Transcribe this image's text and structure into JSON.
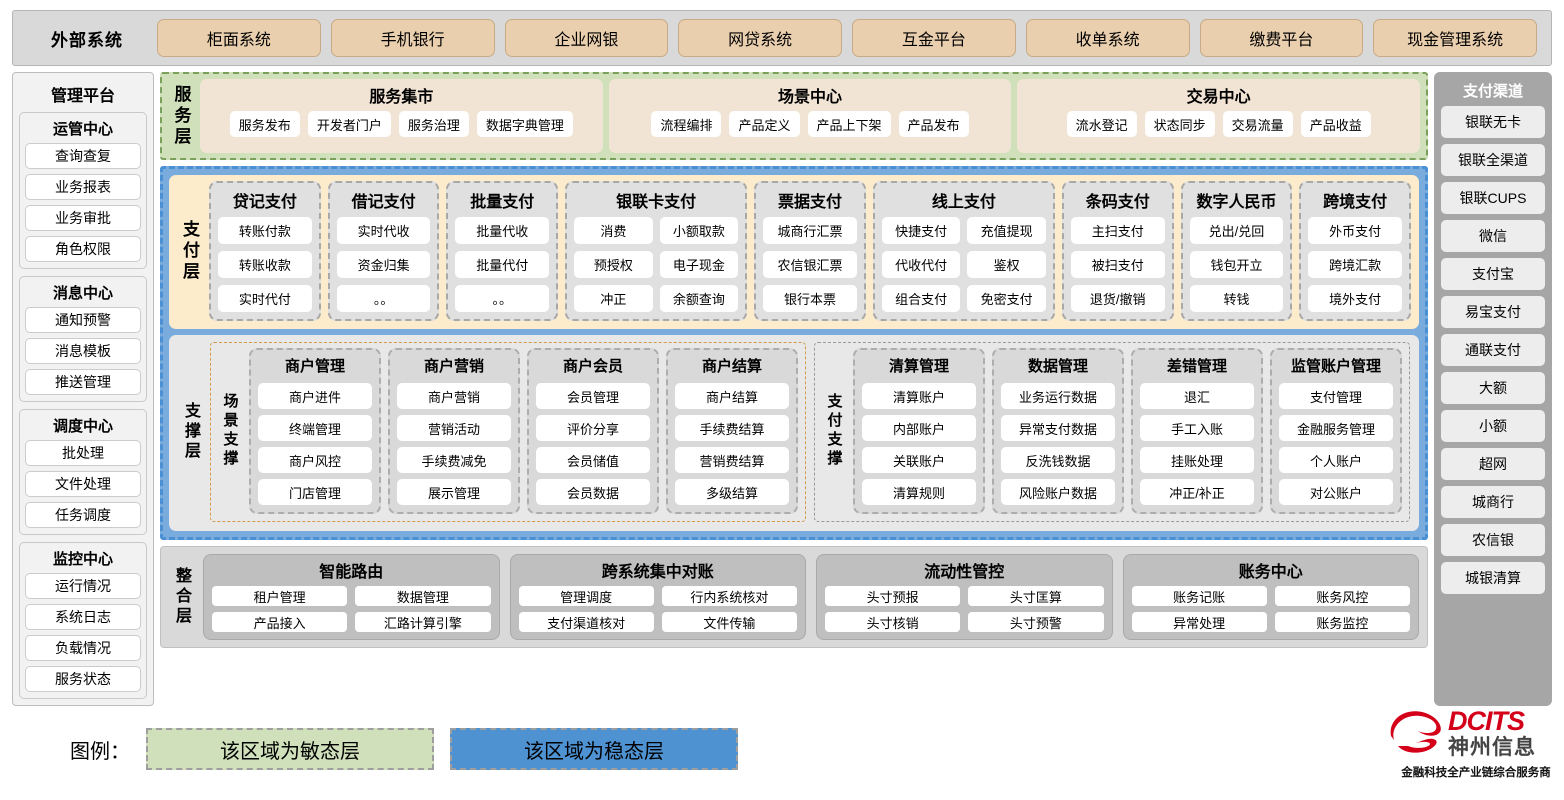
{
  "external_systems": {
    "title": "外部系统",
    "items": [
      "柜面系统",
      "手机银行",
      "企业网银",
      "网贷系统",
      "互金平台",
      "收单系统",
      "缴费平台",
      "现金管理系统"
    ]
  },
  "management_platform": {
    "title": "管理平台",
    "groups": [
      {
        "title": "运管中心",
        "items": [
          "查询查复",
          "业务报表",
          "业务审批",
          "角色权限"
        ]
      },
      {
        "title": "消息中心",
        "items": [
          "通知预警",
          "消息模板",
          "推送管理"
        ]
      },
      {
        "title": "调度中心",
        "items": [
          "批处理",
          "文件处理",
          "任务调度"
        ]
      },
      {
        "title": "监控中心",
        "items": [
          "运行情况",
          "系统日志",
          "负载情况",
          "服务状态"
        ]
      }
    ]
  },
  "payment_channels": {
    "title": "支付渠道",
    "items": [
      "银联无卡",
      "银联全渠道",
      "银联CUPS",
      "微信",
      "支付宝",
      "易宝支付",
      "通联支付",
      "大额",
      "小额",
      "超网",
      "城商行",
      "农信银",
      "城银清算"
    ]
  },
  "service_layer": {
    "label": "服务层",
    "groups": [
      {
        "title": "服务集市",
        "items": [
          "服务发布",
          "开发者门户",
          "服务治理",
          "数据字典管理"
        ]
      },
      {
        "title": "场景中心",
        "items": [
          "流程编排",
          "产品定义",
          "产品上下架",
          "产品发布"
        ]
      },
      {
        "title": "交易中心",
        "items": [
          "流水登记",
          "状态同步",
          "交易流量",
          "产品收益"
        ]
      }
    ]
  },
  "payment_layer": {
    "label": "支付层",
    "groups": [
      {
        "title": "贷记支付",
        "cols": [
          [
            "转账付款",
            "转账收款",
            "实时代付"
          ]
        ]
      },
      {
        "title": "借记支付",
        "cols": [
          [
            "实时代收",
            "资金归集",
            "。。"
          ]
        ]
      },
      {
        "title": "批量支付",
        "cols": [
          [
            "批量代收",
            "批量代付",
            "。。"
          ]
        ]
      },
      {
        "title": "银联卡支付",
        "cols": [
          [
            "消费",
            "预授权",
            "冲正"
          ],
          [
            "小额取款",
            "电子现金",
            "余额查询"
          ]
        ]
      },
      {
        "title": "票据支付",
        "cols": [
          [
            "城商行汇票",
            "农信银汇票",
            "银行本票"
          ]
        ]
      },
      {
        "title": "线上支付",
        "cols": [
          [
            "快捷支付",
            "代收代付",
            "组合支付"
          ],
          [
            "充值提现",
            "鉴权",
            "免密支付"
          ]
        ]
      },
      {
        "title": "条码支付",
        "cols": [
          [
            "主扫支付",
            "被扫支付",
            "退货/撤销"
          ]
        ]
      },
      {
        "title": "数字人民币",
        "cols": [
          [
            "兑出/兑回",
            "钱包开立",
            "转钱"
          ]
        ]
      },
      {
        "title": "跨境支付",
        "cols": [
          [
            "外币支付",
            "跨境汇款",
            "境外支付"
          ]
        ]
      }
    ]
  },
  "support_layer": {
    "label": "支撑层",
    "panels": [
      {
        "inner_label": "场景支撑",
        "groups": [
          {
            "title": "商户管理",
            "items": [
              "商户进件",
              "终端管理",
              "商户风控",
              "门店管理"
            ]
          },
          {
            "title": "商户营销",
            "items": [
              "商户营销",
              "营销活动",
              "手续费减免",
              "展示管理"
            ]
          },
          {
            "title": "商户会员",
            "items": [
              "会员管理",
              "评价分享",
              "会员储值",
              "会员数据"
            ]
          },
          {
            "title": "商户结算",
            "items": [
              "商户结算",
              "手续费结算",
              "营销费结算",
              "多级结算"
            ]
          }
        ]
      },
      {
        "inner_label": "支付支撑",
        "groups": [
          {
            "title": "清算管理",
            "items": [
              "清算账户",
              "内部账户",
              "关联账户",
              "清算规则"
            ]
          },
          {
            "title": "数据管理",
            "items": [
              "业务运行数据",
              "异常支付数据",
              "反洗钱数据",
              "风险账户数据"
            ]
          },
          {
            "title": "差错管理",
            "items": [
              "退汇",
              "手工入账",
              "挂账处理",
              "冲正/补正"
            ]
          },
          {
            "title": "监管账户管理",
            "items": [
              "支付管理",
              "金融服务管理",
              "个人账户",
              "对公账户"
            ]
          }
        ]
      }
    ]
  },
  "integration_layer": {
    "label": "整合层",
    "groups": [
      {
        "title": "智能路由",
        "rows": [
          [
            "租户管理",
            "数据管理"
          ],
          [
            "产品接入",
            "汇路计算引擎"
          ]
        ]
      },
      {
        "title": "跨系统集中对账",
        "rows": [
          [
            "管理调度",
            "行内系统核对"
          ],
          [
            "支付渠道核对",
            "文件传输"
          ]
        ]
      },
      {
        "title": "流动性管控",
        "rows": [
          [
            "头寸预报",
            "头寸匡算"
          ],
          [
            "头寸核销",
            "头寸预警"
          ]
        ]
      },
      {
        "title": "账务中心",
        "rows": [
          [
            "账务记账",
            "账务风控"
          ],
          [
            "异常处理",
            "账务监控"
          ]
        ]
      }
    ]
  },
  "legend": {
    "label": "图例：",
    "agile": "该区域为敏态层",
    "stable": "该区域为稳态层",
    "agile_color": "#cfe0bb",
    "stable_color": "#4e92d2"
  },
  "logo": {
    "brand_en": "DCITS",
    "brand_cn": "神州信息",
    "tagline": "金融科技全产业链综合服务商",
    "brand_color": "#d4001a"
  }
}
